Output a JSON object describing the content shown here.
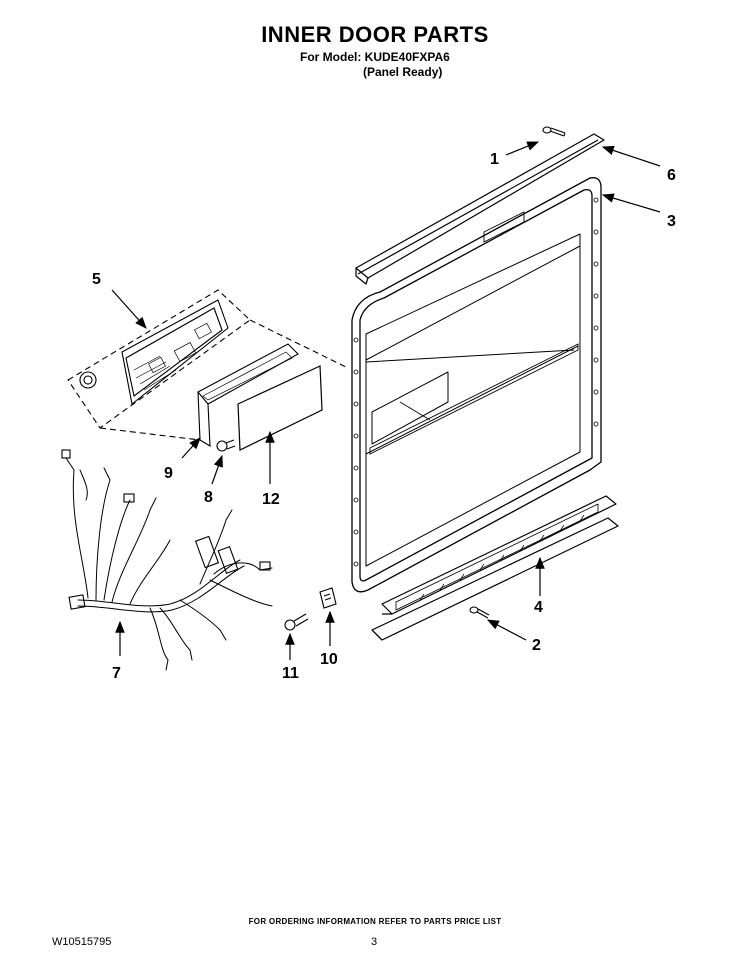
{
  "header": {
    "title": "INNER DOOR PARTS",
    "model_line": "For Model: KUDE40FXPA6",
    "panel_line": "(Panel Ready)"
  },
  "callouts": {
    "c1": "1",
    "c2": "2",
    "c3": "3",
    "c4": "4",
    "c5": "5",
    "c6": "6",
    "c7": "7",
    "c8": "8",
    "c9": "9",
    "c10": "10",
    "c11": "11",
    "c12": "12"
  },
  "footer": {
    "ordering_note": "FOR ORDERING INFORMATION REFER TO PARTS PRICE LIST",
    "doc_number": "W10515795",
    "page_number": "3"
  }
}
